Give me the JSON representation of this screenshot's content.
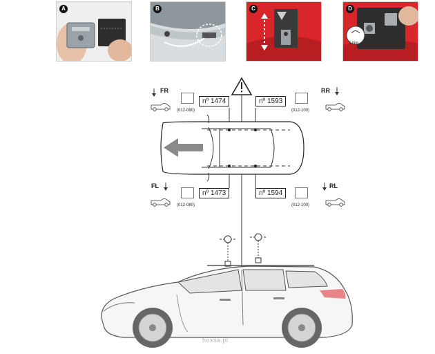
{
  "steps": [
    {
      "letter": "A",
      "icon": "clamp-bracket-photo"
    },
    {
      "letter": "B",
      "icon": "door-frame-photo"
    },
    {
      "letter": "C",
      "icon": "foot-adjustment-photo"
    },
    {
      "letter": "D",
      "icon": "torque-wrench-photo",
      "torque": "5 Nm"
    }
  ],
  "corners": {
    "fr": {
      "label": "FR",
      "ref": "(012-080)",
      "part": "nº 1474"
    },
    "rr": {
      "label": "RR",
      "ref": "(012-100)",
      "part": "nº 1593"
    },
    "fl": {
      "label": "FL",
      "ref": "(012-080)",
      "part": "nº 1473"
    },
    "rl": {
      "label": "RL",
      "ref": "(012-100)",
      "part": "nº 1594"
    }
  },
  "warning_icon": "warning-triangle-icon",
  "direction_icon": "direction-arrow-icon",
  "colors": {
    "photo_red": "#d9262a",
    "arrow_gray": "#8a8a8a",
    "line": "#333333"
  },
  "watermark": "hossa.pl"
}
